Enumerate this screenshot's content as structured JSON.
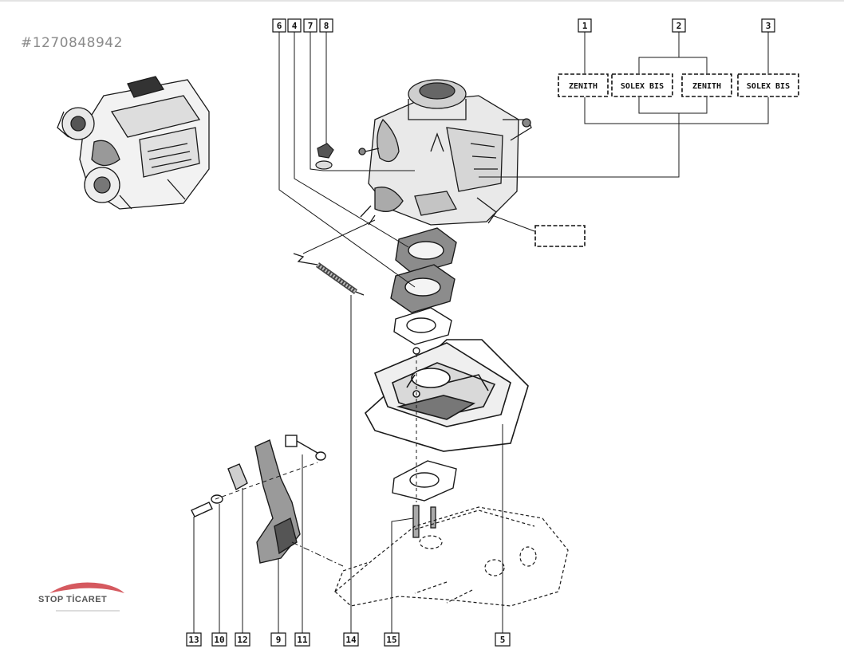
{
  "catalog_id": "#1270848942",
  "logo": "STOP TİCARET",
  "callouts_top": [
    "6",
    "4",
    "7",
    "8"
  ],
  "callouts_bottom": [
    "13",
    "10",
    "12",
    "9",
    "11",
    "14",
    "15",
    "5"
  ],
  "variant_numbers": [
    "1",
    "2",
    "3"
  ],
  "variants": [
    "ZENITH",
    "SOLEX BIS",
    "ZENITH",
    "SOLEX BIS"
  ]
}
